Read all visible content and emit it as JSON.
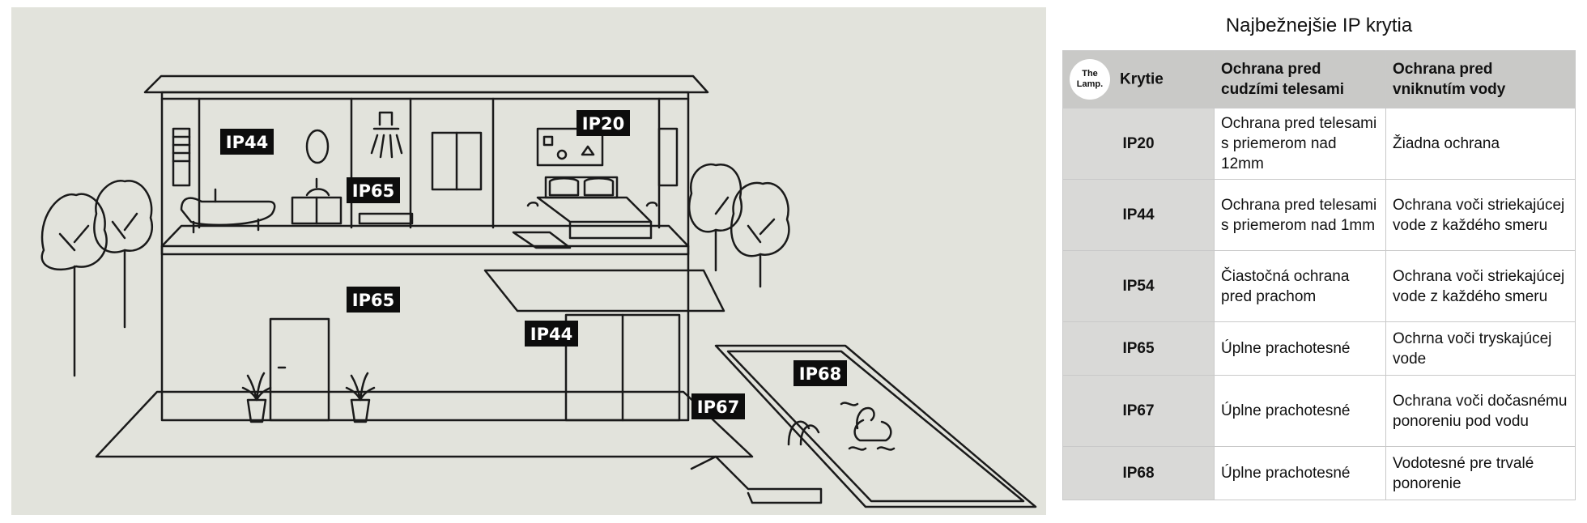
{
  "illustration": {
    "labels": [
      "IP44",
      "IP65",
      "IP20",
      "IP65",
      "IP44",
      "IP68",
      "IP67"
    ],
    "colors": {
      "background": "#e2e3dc",
      "line": "#1a1a1a",
      "label_bg": "#0d0d0d",
      "label_text": "#ffffff"
    }
  },
  "table": {
    "title": "Najbežnejšie IP krytia",
    "logo": {
      "line1": "The",
      "line2": "Lamp."
    },
    "headers": [
      "Krytie",
      "Ochrana pred cudzími telesami",
      "Ochrana pred vniknutím vody"
    ],
    "rows": [
      {
        "rating": "IP20",
        "solids": "Ochrana pred telesami s priemerom nad 12mm",
        "water": "Žiadna ochrana"
      },
      {
        "rating": "IP44",
        "solids": "Ochrana pred telesami s priemerom nad 1mm",
        "water": "Ochrana voči striekajúcej vode z každého smeru"
      },
      {
        "rating": "IP54",
        "solids": "Čiastočná ochrana pred prachom",
        "water": "Ochrana voči striekajúcej vode z každého smeru"
      },
      {
        "rating": "IP65",
        "solids": "Úplne prachotesné",
        "water": "Ochrna voči tryskajúcej vode"
      },
      {
        "rating": "IP67",
        "solids": "Úplne prachotesné",
        "water": "Ochrana voči dočasnému ponoreniu pod vodu"
      },
      {
        "rating": "IP68",
        "solids": "Úplne prachotesné",
        "water": "Vodotesné pre trvalé ponorenie"
      }
    ]
  }
}
